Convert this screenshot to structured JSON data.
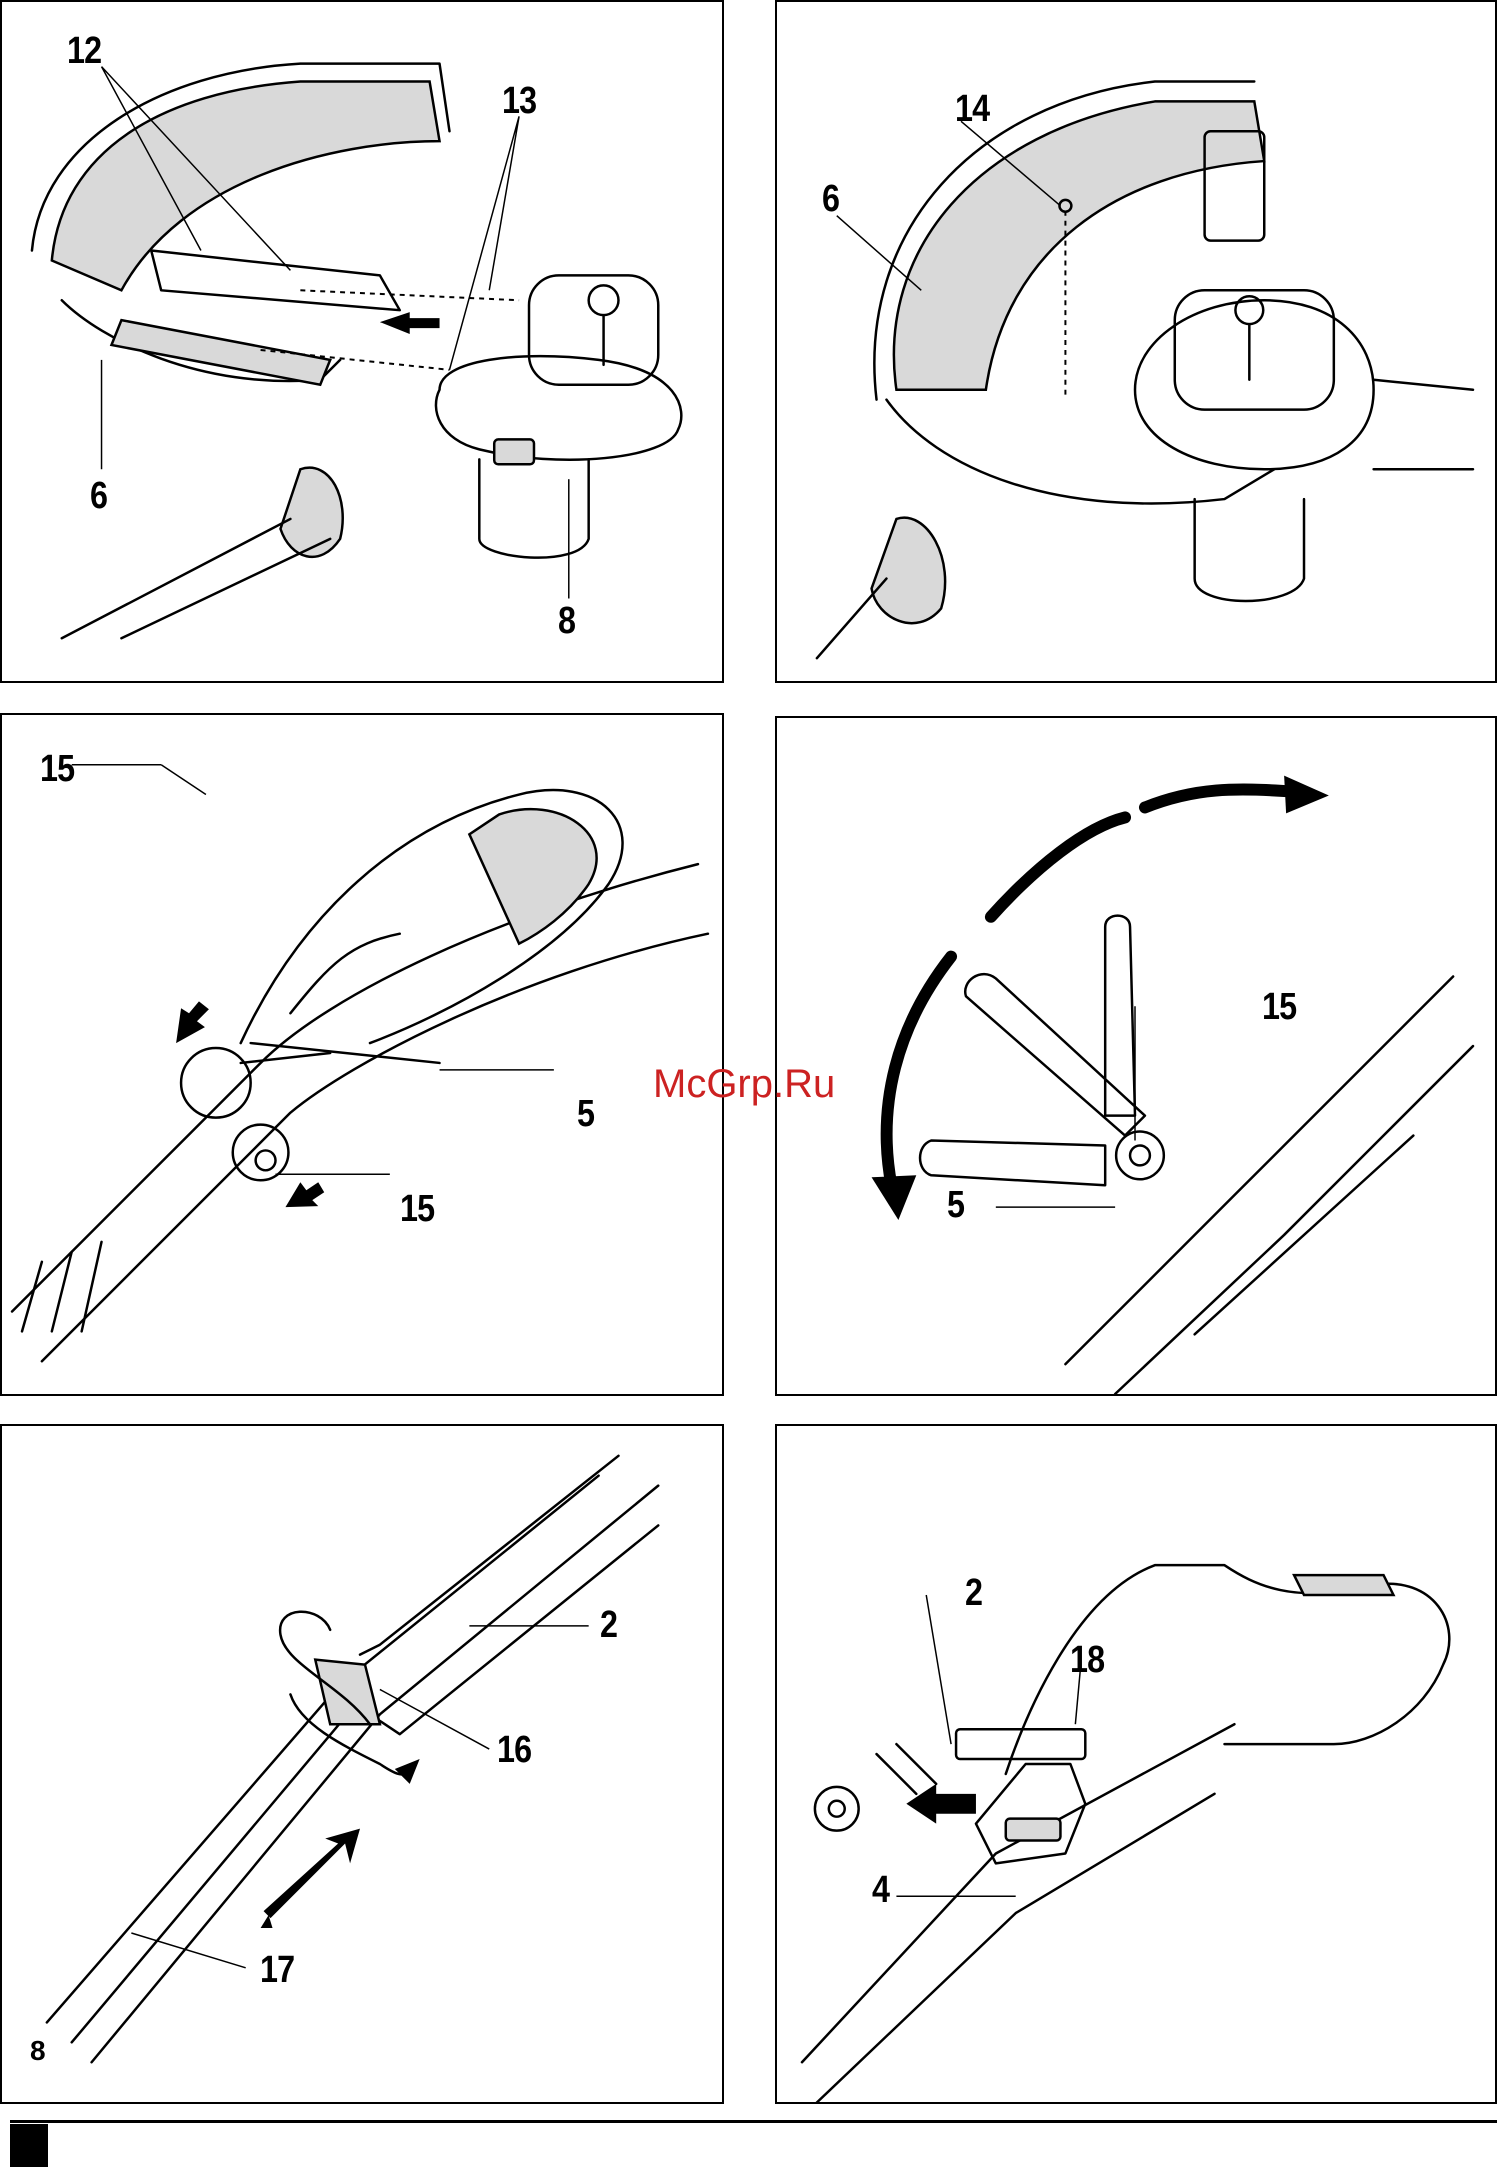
{
  "watermark": "McGrp.Ru",
  "page_number": "8",
  "figures": [
    {
      "callouts": [
        "12",
        "13",
        "6",
        "8"
      ]
    },
    {
      "callouts": [
        "14",
        "6"
      ]
    },
    {
      "callouts": [
        "15",
        "5",
        "15"
      ]
    },
    {
      "callouts": [
        "15",
        "5"
      ]
    },
    {
      "callouts": [
        "2",
        "16",
        "17"
      ]
    },
    {
      "callouts": [
        "2",
        "18",
        "4"
      ]
    }
  ]
}
